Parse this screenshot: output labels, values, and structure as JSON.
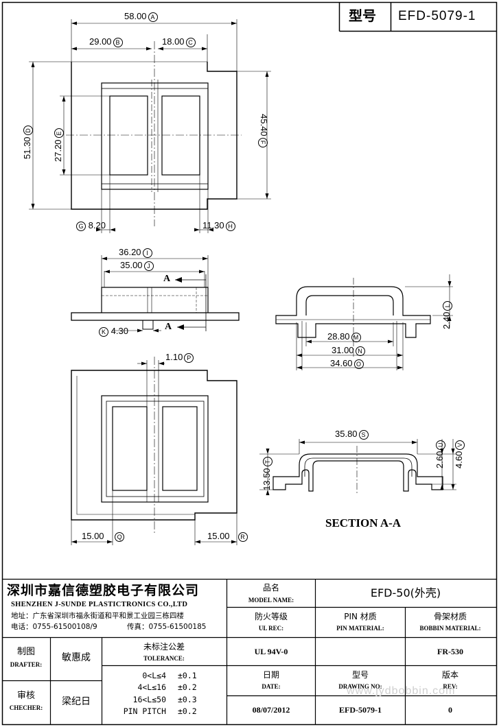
{
  "header": {
    "type_label": "型号",
    "type_value": "EFD-5079-1"
  },
  "dimensions": {
    "d_58": "58.00",
    "c_58": "A",
    "d_29": "29.00",
    "c_29": "B",
    "d_18": "18.00",
    "c_18": "C",
    "d_5130": "51.30",
    "c_5130": "D",
    "d_2720": "27.20",
    "c_2720": "E",
    "d_4540": "45.40",
    "c_4540": "F",
    "d_820": "8.20",
    "c_820": "G",
    "d_1130": "11.30",
    "c_1130": "H",
    "d_3620": "36.20",
    "c_3620": "I",
    "d_3500": "35.00",
    "c_3500": "J",
    "d_430": "4.30",
    "c_430": "K",
    "d_240": "2.40",
    "c_240": "L",
    "d_2880": "28.80",
    "c_2880": "M",
    "d_3100": "31.00",
    "c_3100": "N",
    "d_3460": "34.60",
    "c_3460": "O",
    "d_110": "1.10",
    "c_110": "P",
    "d_1500a": "15.00",
    "c_1500a": "Q",
    "d_1500b": "15.00",
    "c_1500b": "R",
    "d_3580": "35.80",
    "c_3580": "S",
    "d_1350": "13.50",
    "c_1350": "T",
    "d_260": "2.60",
    "c_260": "U",
    "d_460": "4.60",
    "c_460": "V",
    "section_mark": "A"
  },
  "section_label": "SECTION A-A",
  "title_block": {
    "company_cn": "深圳市嘉信德塑胶电子有限公司",
    "company_en": "SHENZHEN J-SUNDE PLASTICTRONICS CO.,LTD",
    "address": "地址：广东省深圳市福永街道和平和景工业园三栋四楼",
    "phone": "电话：0755-61500108/9",
    "fax": "传真：0755-61500185",
    "model_name_cn": "品名",
    "model_name_en": "MODEL NAME:",
    "model_name_value": "EFD-50(外壳)",
    "ul_cn": "防火等级",
    "ul_en": "UL REC:",
    "ul_value": "UL 94V-0",
    "pin_cn": "PIN 材质",
    "pin_en": "PIN MATERIAL:",
    "pin_value": "",
    "bobbin_cn": "骨架材质",
    "bobbin_en": "BOBBIN MATERIAL:",
    "bobbin_value": "FR-530",
    "drafter_cn": "制图",
    "drafter_en": "DRAFTER:",
    "drafter_name": "敏惠成",
    "checker_cn": "审核",
    "checker_en": "CHECHER:",
    "checker_name": "梁纪日",
    "tolerance_cn": "未标注公差",
    "tolerance_en": "TOLERANCE:",
    "tolerance_rows": [
      {
        "range": "0<L≤4",
        "value": "±0.1"
      },
      {
        "range": "4<L≤16",
        "value": "±0.2"
      },
      {
        "range": "16<L≤50",
        "value": "±0.3"
      },
      {
        "range": "PIN PITCH",
        "value": "±0.2"
      }
    ],
    "date_cn": "日期",
    "date_en": "DATE:",
    "date_value": "08/07/2012",
    "drawing_cn": "型号",
    "drawing_en": "DRAWING NO:",
    "drawing_value": "EFD-5079-1",
    "rev_cn": "版本",
    "rev_en": "REV:",
    "rev_value": "0",
    "watermark": "www.jydbobbin.com"
  },
  "colors": {
    "line": "#000000",
    "background": "#ffffff",
    "watermark": "#cfcfcf"
  }
}
